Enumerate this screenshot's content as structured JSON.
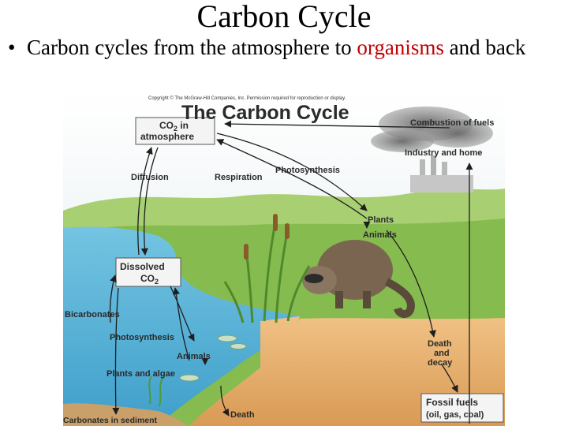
{
  "slide": {
    "title": "Carbon Cycle",
    "bullet_before": "Carbon cycles from the atmosphere to ",
    "bullet_highlight": "organisms",
    "bullet_after": " and back",
    "highlight_color": "#c00000"
  },
  "figure": {
    "copyright": "Copyright © The McGraw-Hill Companies, Inc. Permission required for reproduction or display.",
    "title": "The Carbon Cycle",
    "labels": {
      "co2_line1": "CO",
      "co2_sub": "2",
      "co2_in": " in",
      "co2_line2": "atmosphere",
      "combustion": "Combustion of fuels",
      "industry": "Industry and home",
      "diffusion": "Diffusion",
      "respiration": "Respiration",
      "photosynthesis_top": "Photosynthesis",
      "plants": "Plants",
      "animals_land": "Animals",
      "dissolved_line1": "Dissolved",
      "dissolved_line2": "CO",
      "dissolved_sub": "2",
      "bicarbonates": "Bicarbonates",
      "photosynthesis_water": "Photosynthesis",
      "animals_water": "Animals",
      "plants_algae": "Plants and algae",
      "death_decay_1": "Death",
      "death_decay_2": "and",
      "death_decay_3": "decay",
      "fossil_line1": "Fossil fuels",
      "fossil_line2": "(oil, gas, coal)",
      "carbonates": "Carbonates in sediment",
      "death_water": "Death"
    },
    "colors": {
      "sky": "#e8eef0",
      "hills": "#8fbf5a",
      "water": "#5eb6d8",
      "soil": "#e6b272",
      "box_fill": "#f4f4f4",
      "arrow": "#1e1e1e"
    }
  }
}
